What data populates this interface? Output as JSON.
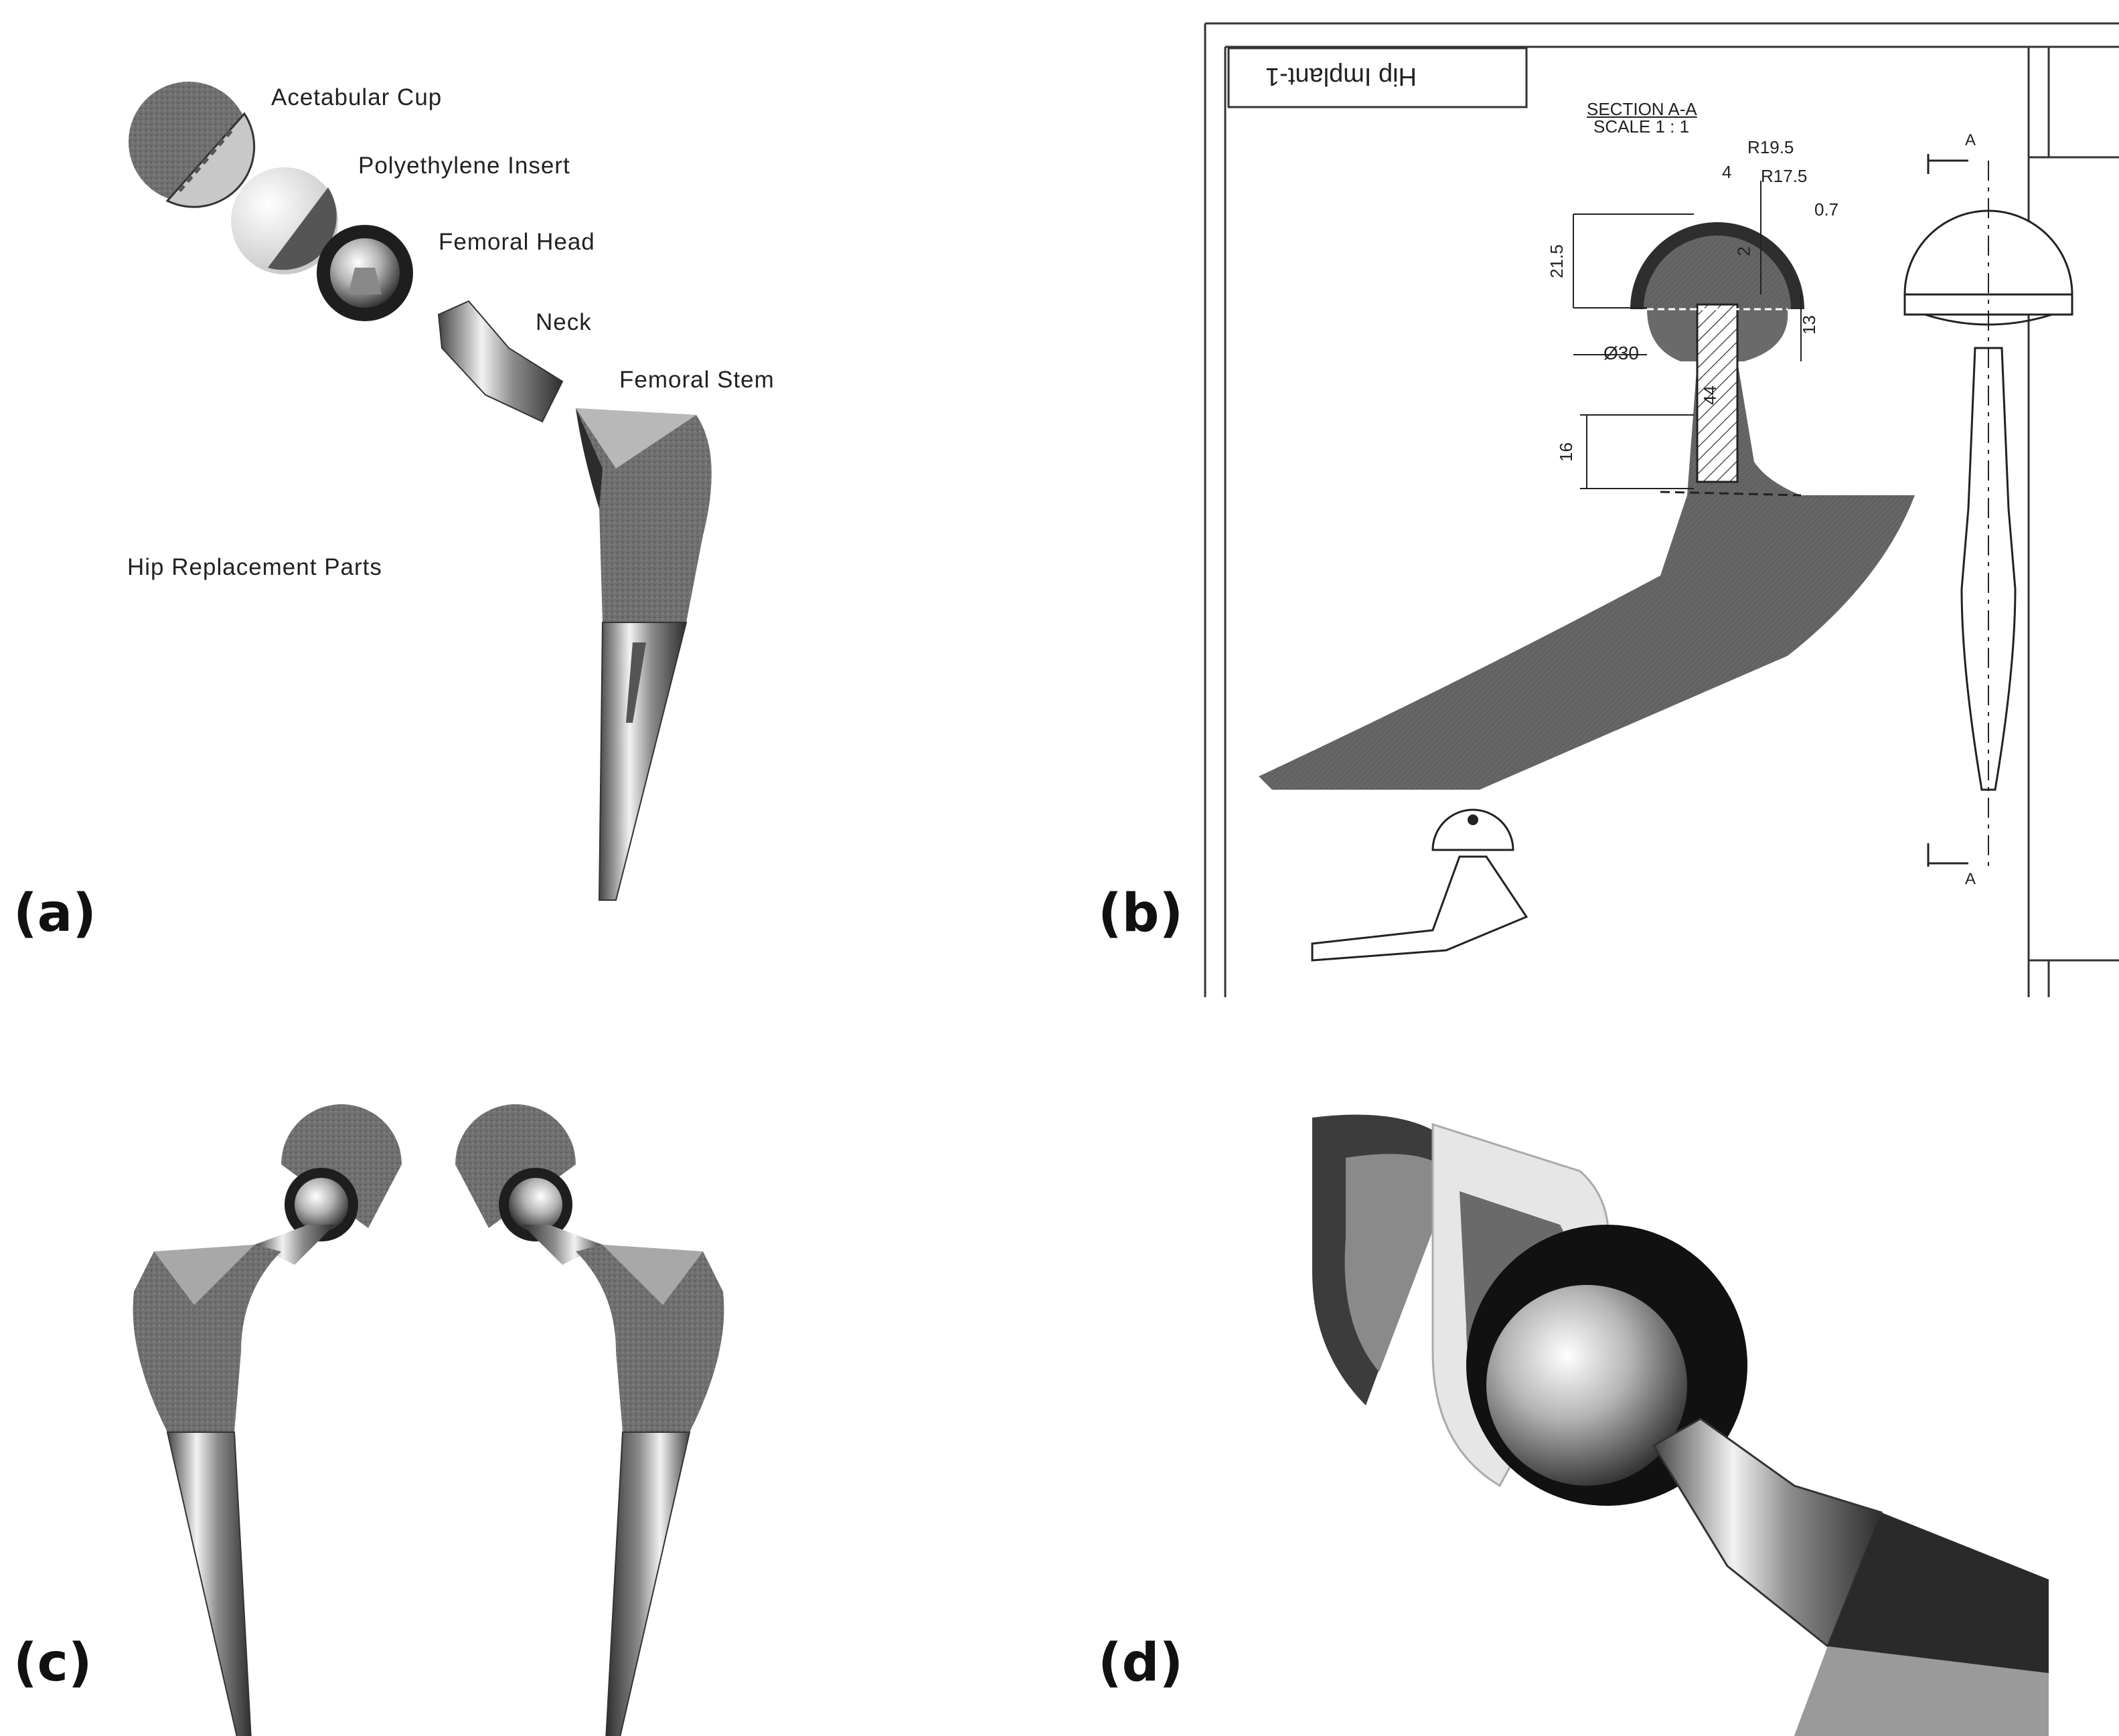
{
  "panel_a": {
    "letter": "(a)",
    "labels": {
      "acetabular_cup": "Acetabular Cup",
      "polyethylene_insert": "Polyethylene Insert",
      "femoral_head": "Femoral Head",
      "neck": "Neck",
      "femoral_stem": "Femoral Stem",
      "hip_replacement_parts": "Hip Replacement Parts"
    }
  },
  "panel_b": {
    "letter": "(b)",
    "drawing_title": "Hip Implant-1",
    "section_label": "SECTION A-A",
    "scale_label": "SCALE 1 : 1",
    "dimensions": {
      "r_outer": "R19.5",
      "r_inner": "R17.5",
      "d_top": "4",
      "d_thick": "0.7",
      "d_height": "21.5",
      "d_small": "2",
      "d_side": "13",
      "d_dia": "Ø30",
      "d_len": "44",
      "d_16": "16"
    },
    "section_marker": "A"
  },
  "panel_c": {
    "letter": "(c)"
  },
  "panel_d": {
    "letter": "(d)"
  },
  "colors": {
    "porous_gray": "#6e6e6e",
    "steel_light": "#d9d9d9",
    "steel_dark": "#3a3a3a",
    "insert_white": "#eeeeee",
    "hatch": "#5a5a5a"
  }
}
